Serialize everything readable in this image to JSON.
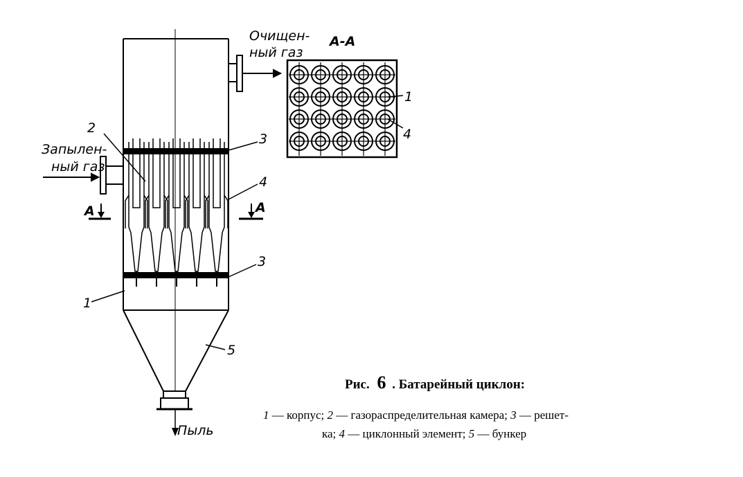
{
  "labels": {
    "clean_gas_line1": "Очищен-",
    "clean_gas_line2": "ный газ",
    "dusty_gas_line1": "Запылен-",
    "dusty_gas_line2": "ный газ",
    "dust": "Пыль",
    "section": "А-А",
    "section_mark": "А"
  },
  "callouts": {
    "body": "1",
    "chamber": "2",
    "grid_top": "3",
    "grid_bottom": "3",
    "element": "4",
    "bunker": "5",
    "plan_body": "1",
    "plan_element": "4"
  },
  "caption": {
    "title_prefix": "Рис.",
    "figure_number": "6",
    "title_text": ". Батарейный циклон:",
    "line1": [
      {
        "n": "1",
        "t": " — корпус; "
      },
      {
        "n": "2",
        "t": " — газораспределительная камера; "
      },
      {
        "n": "3",
        "t": " — решет-"
      }
    ],
    "line2": [
      {
        "n": "",
        "t": "ка; "
      },
      {
        "n": "4",
        "t": " — циклонный элемент; "
      },
      {
        "n": "5",
        "t": " — бункер"
      }
    ]
  },
  "plan_grid": {
    "rows": 4,
    "cols": 5
  },
  "cyclone_count": 5
}
